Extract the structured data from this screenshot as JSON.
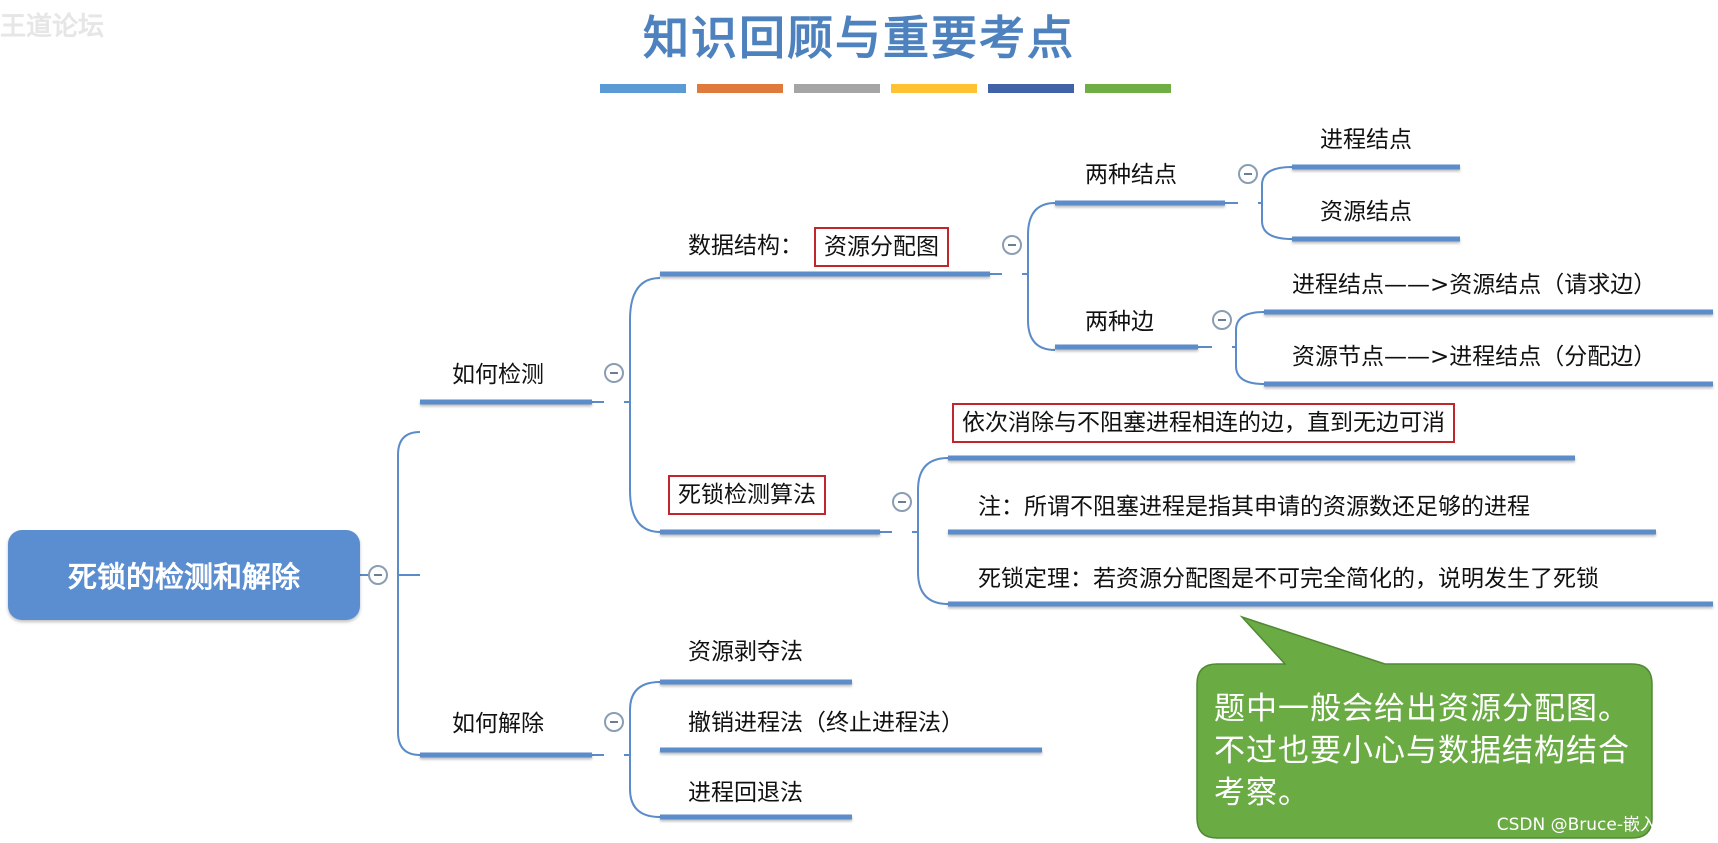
{
  "watermark_top_left": "王道论坛",
  "title": "知识回顾与重要考点",
  "title_bar_colors": [
    "#5b9bd5",
    "#e07a3c",
    "#a5a5a5",
    "#ffc233",
    "#4262a8",
    "#6fae45"
  ],
  "root": {
    "label": "死锁的检测和解除"
  },
  "detect": {
    "label": "如何检测",
    "data_structure": {
      "prefix": "数据结构：",
      "highlight": "资源分配图",
      "node_types": {
        "label": "两种结点",
        "items": [
          "进程结点",
          "资源结点"
        ]
      },
      "edge_types": {
        "label": "两种边",
        "items": [
          "进程结点——>资源结点（请求边）",
          "资源节点——>进程结点（分配边）"
        ]
      }
    },
    "algorithm": {
      "label": "死锁检测算法",
      "items": [
        "依次消除与不阻塞进程相连的边，直到无边可消",
        "注：所谓不阻塞进程是指其申请的资源数还足够的进程",
        "死锁定理：若资源分配图是不可完全简化的，说明发生了死锁"
      ]
    }
  },
  "resolve": {
    "label": "如何解除",
    "items": [
      "资源剥夺法",
      "撤销进程法（终止进程法）",
      "进程回退法"
    ]
  },
  "callout": {
    "text": "题中一般会给出资源分配图。不过也要小心与数据结构结合考察。",
    "fill": "#6aab44"
  },
  "footer_watermark": "CSDN @Bruce-嵌入式软件",
  "colors": {
    "branch_line": "#5b8cc9",
    "root_fill": "#5a8ed0",
    "title": "#4d82bf",
    "highlight_border": "#c0272d"
  }
}
